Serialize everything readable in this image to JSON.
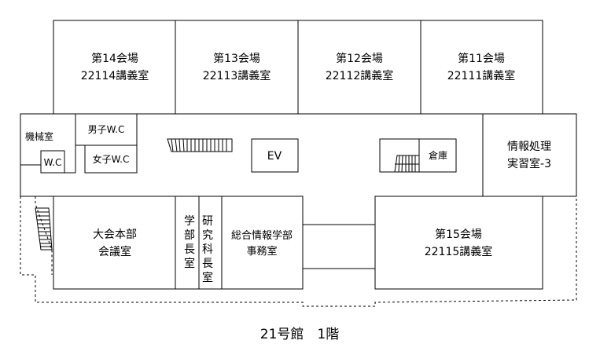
{
  "floor_title": "21号館　1階",
  "rooms": {
    "conf14": {
      "name": "第14会場",
      "number": "22114講義室"
    },
    "conf13": {
      "name": "第13会場",
      "number": "22113講義室"
    },
    "conf12": {
      "name": "第12会場",
      "number": "22112講義室"
    },
    "conf11": {
      "name": "第11会場",
      "number": "22111講義室"
    },
    "conf15": {
      "name": "第15会場",
      "number": "22115講義室"
    },
    "machine": "機械室",
    "wc": "W.C",
    "mens_wc": "男子W.C",
    "womens_wc": "女子W.C",
    "ev": "EV",
    "storage": "倉庫",
    "info_lab": {
      "line1": "情報処理",
      "line2": "実習室-3"
    },
    "hq_meeting": {
      "line1": "大会本部",
      "line2": "会議室"
    },
    "dean_room": {
      "c1": "学",
      "c2": "部",
      "c3": "長",
      "c4": "室"
    },
    "grad_dean_room": {
      "c1": "研",
      "c2": "究",
      "c3": "科",
      "c4": "長",
      "c5": "室"
    },
    "office": {
      "line1": "総合情報学部",
      "line2": "事務室"
    }
  }
}
